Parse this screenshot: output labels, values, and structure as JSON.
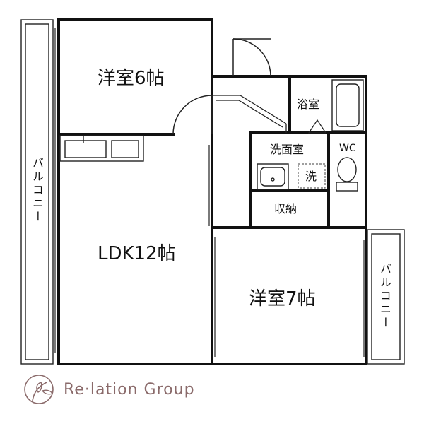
{
  "rooms": {
    "western_6": "洋室6帖",
    "ldk": "LDK12帖",
    "western_7": "洋室7帖",
    "bath": "浴室",
    "washroom": "洗面室",
    "wc": "WC",
    "washer": "洗",
    "storage": "収納",
    "balcony_left": "バルコニー",
    "balcony_right": "バルコニー"
  },
  "brand": {
    "name": "Re·lation Group",
    "color": "#8a6a6a"
  }
}
